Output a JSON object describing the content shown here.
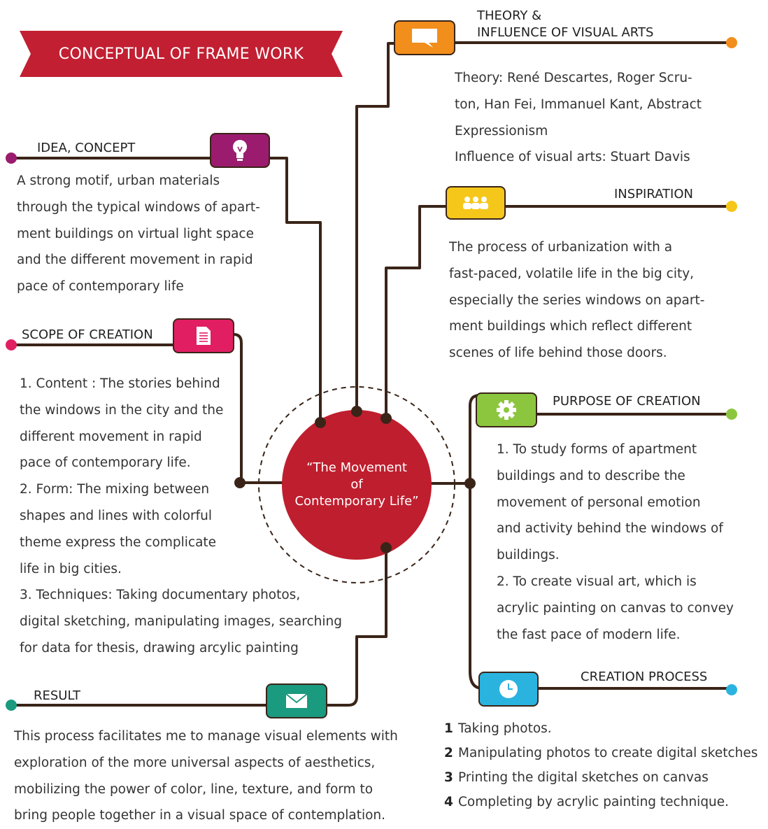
{
  "banner": {
    "title": "CONCEPTUAL OF FRAME WORK",
    "color": "#c21f32"
  },
  "center": {
    "lines": [
      "“The Movement",
      "of",
      "Contemporary Life”"
    ],
    "color": "#bf1e2e"
  },
  "theory": {
    "title_lines": [
      "THEORY &",
      "INFLUENCE OF VISUAL ARTS"
    ],
    "icon": "speech-bubble-icon",
    "color": "#f28e1c",
    "lines": [
      "Theory: René Descartes, Roger Scru-",
      "ton, Han Fei, Immanuel Kant, Abstract",
      "Expressionism",
      "Influence of visual arts: Stuart Davis"
    ]
  },
  "idea": {
    "title": "IDEA, CONCEPT",
    "icon": "lightbulb-icon",
    "color": "#9b1b6e",
    "lines": [
      "A strong motif, urban materials",
      "through the typical windows of apart-",
      "ment buildings on virtual light space",
      "and the different movement in rapid",
      "pace of contemporary life"
    ]
  },
  "inspiration": {
    "title": "INSPIRATION",
    "icon": "people-icon",
    "color": "#f5c71a",
    "lines": [
      "The process of urbanization with a",
      "fast-paced, volatile life in the big city,",
      "especially the series windows on apart-",
      "ment buildings which reflect different",
      "scenes of life behind those doors."
    ]
  },
  "scope": {
    "title": "SCOPE OF CREATION",
    "icon": "document-icon",
    "color": "#e21e63",
    "lines": [
      "1. Content : The stories behind",
      "the windows in the city and the",
      "different movement in rapid",
      "pace of contemporary life.",
      "2. Form: The mixing between",
      "shapes and lines with colorful",
      "theme express the complicate",
      "life in big cities.",
      "3. Techniques: Taking documentary photos,",
      "digital sketching, manipulating images, searching",
      "for data for thesis, drawing arcylic painting"
    ]
  },
  "purpose": {
    "title": "PURPOSE OF CREATION",
    "icon": "gear-icon",
    "color": "#8cc63f",
    "lines": [
      "1. To study forms of apartment",
      "buildings and to describe the",
      "movement of personal emotion",
      "and activity behind the windows of",
      "buildings.",
      "2. To create visual art, which is",
      "acrylic painting on canvas to convey",
      "the fast pace of modern life."
    ]
  },
  "process": {
    "title": "CREATION PROCESS",
    "icon": "clock-icon",
    "color": "#2bb3e0",
    "steps": [
      {
        "n": "1",
        "text": "Taking photos."
      },
      {
        "n": "2",
        "text": "Manipulating photos to create digital sketches"
      },
      {
        "n": "3",
        "text": "Printing the digital sketches on canvas"
      },
      {
        "n": "4",
        "text": "Completing by acrylic painting technique."
      }
    ]
  },
  "result": {
    "title": "RESULT",
    "icon": "envelope-icon",
    "color": "#1a9a7f",
    "lines": [
      "This process facilitates me to manage visual elements with",
      "exploration of the more universal aspects of aesthetics,",
      "mobilizing the power of color, line, texture, and form to",
      "bring people together in a visual space of contemplation."
    ]
  },
  "line_color": "#3a2418"
}
